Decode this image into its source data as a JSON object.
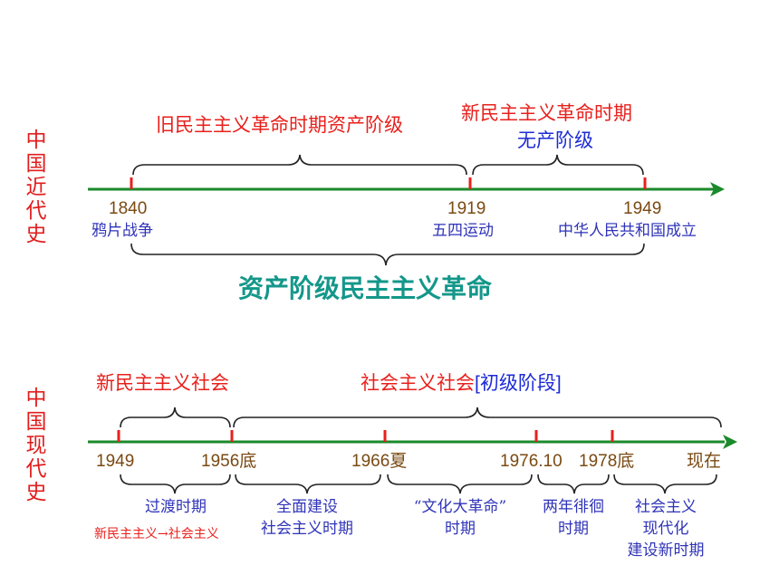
{
  "modern": {
    "side_title": "中国近代史",
    "top_label_1": "旧民主主义革命时期资产阶级",
    "top_label_2_line1": "新民主主义革命时期",
    "top_label_2_line2": "无产阶级",
    "years": [
      "1840",
      "1919",
      "1949"
    ],
    "events": [
      "鸦片战争",
      "五四运动",
      "中华人民共和国成立"
    ],
    "bottom_label": "资产阶级民主主义革命"
  },
  "contemporary": {
    "side_title": "中国现代史",
    "top_label_1": "新民主主义社会",
    "top_label_2": "社会主义社会",
    "top_label_2_suffix": "[初级阶段]",
    "years": [
      "1949",
      "1956底",
      "1966夏",
      "1976.10",
      "1978底",
      "现在"
    ],
    "periods": [
      {
        "line1": "过渡时期",
        "line2": ""
      },
      {
        "line1": "全面建设",
        "line2": "社会主义时期"
      },
      {
        "line1": "“文化大革命”",
        "line2": "时期"
      },
      {
        "line1": "两年徘徊",
        "line2": "时期"
      },
      {
        "line1": "社会主义",
        "line2": "现代化",
        "line3": "建设新时期"
      }
    ],
    "transition_note": "新民主主义→社会主义"
  },
  "colors": {
    "axis": "#1a8a2a",
    "tick": "#e8201c",
    "brace": "#222222"
  }
}
